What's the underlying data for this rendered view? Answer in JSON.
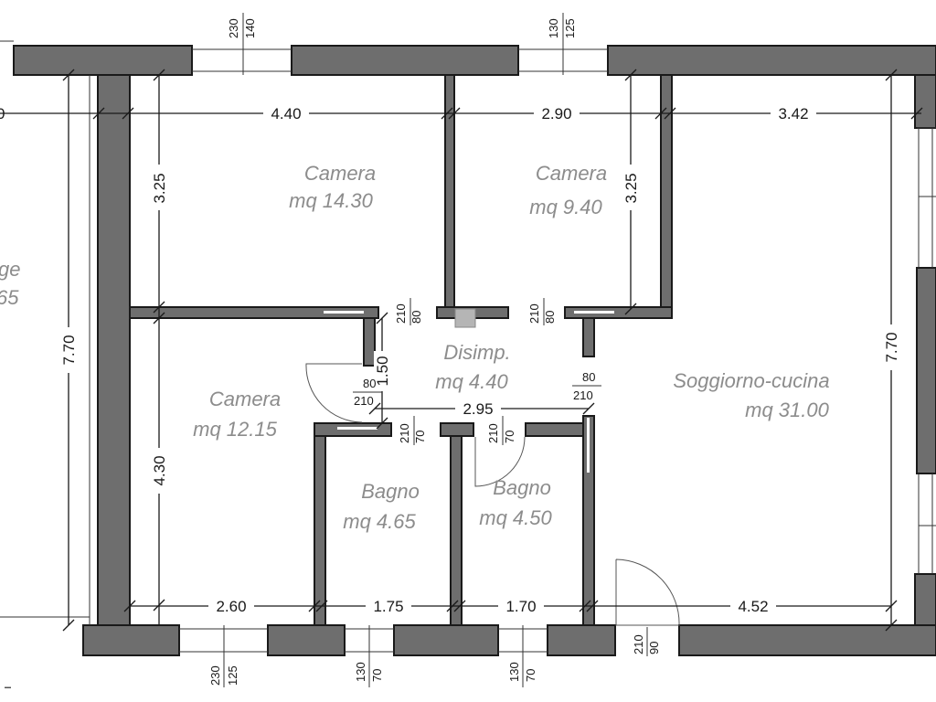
{
  "rooms": [
    {
      "name": "Camera",
      "area": "mq 14.30"
    },
    {
      "name": "Camera",
      "area": "mq 9.40"
    },
    {
      "name": "Camera",
      "area": "mq 12.15"
    },
    {
      "name": "Disimp.",
      "area": "mq 4.40"
    },
    {
      "name": "Soggiorno-cucina",
      "area": "mq 31.00"
    },
    {
      "name": "Bagno",
      "area": "mq 4.65"
    },
    {
      "name": "Bagno",
      "area": "mq 4.50"
    },
    {
      "name": "ge",
      "area": "65"
    }
  ],
  "dimensions": {
    "top_room_1_width": "4.40",
    "top_room_2_width": "2.90",
    "top_room_3_width": "3.42",
    "left_partial": "0",
    "left_height_upper": "3.25",
    "right_height_upper": "3.25",
    "overall_height_left": "7.70",
    "overall_height_right": "7.70",
    "left_height_lower": "4.30",
    "hall_depth": "1.50",
    "hall_width": "2.95",
    "bottom_1": "2.60",
    "bottom_2": "1.75",
    "bottom_3": "1.70",
    "bottom_4": "4.52"
  },
  "openings": [
    {
      "top": "140",
      "bottom": "230"
    },
    {
      "top": "125",
      "bottom": "130"
    },
    {
      "top": "80",
      "bottom": "210"
    },
    {
      "top": "80",
      "bottom": "210"
    },
    {
      "top": "80",
      "bottom": "210"
    },
    {
      "top": "70",
      "bottom": "210"
    },
    {
      "top": "70",
      "bottom": "210"
    },
    {
      "top": "80",
      "bottom": "210"
    },
    {
      "top": "125",
      "bottom": "230"
    },
    {
      "top": "70",
      "bottom": "130"
    },
    {
      "top": "70",
      "bottom": "130"
    },
    {
      "top": "90",
      "bottom": "210"
    }
  ]
}
